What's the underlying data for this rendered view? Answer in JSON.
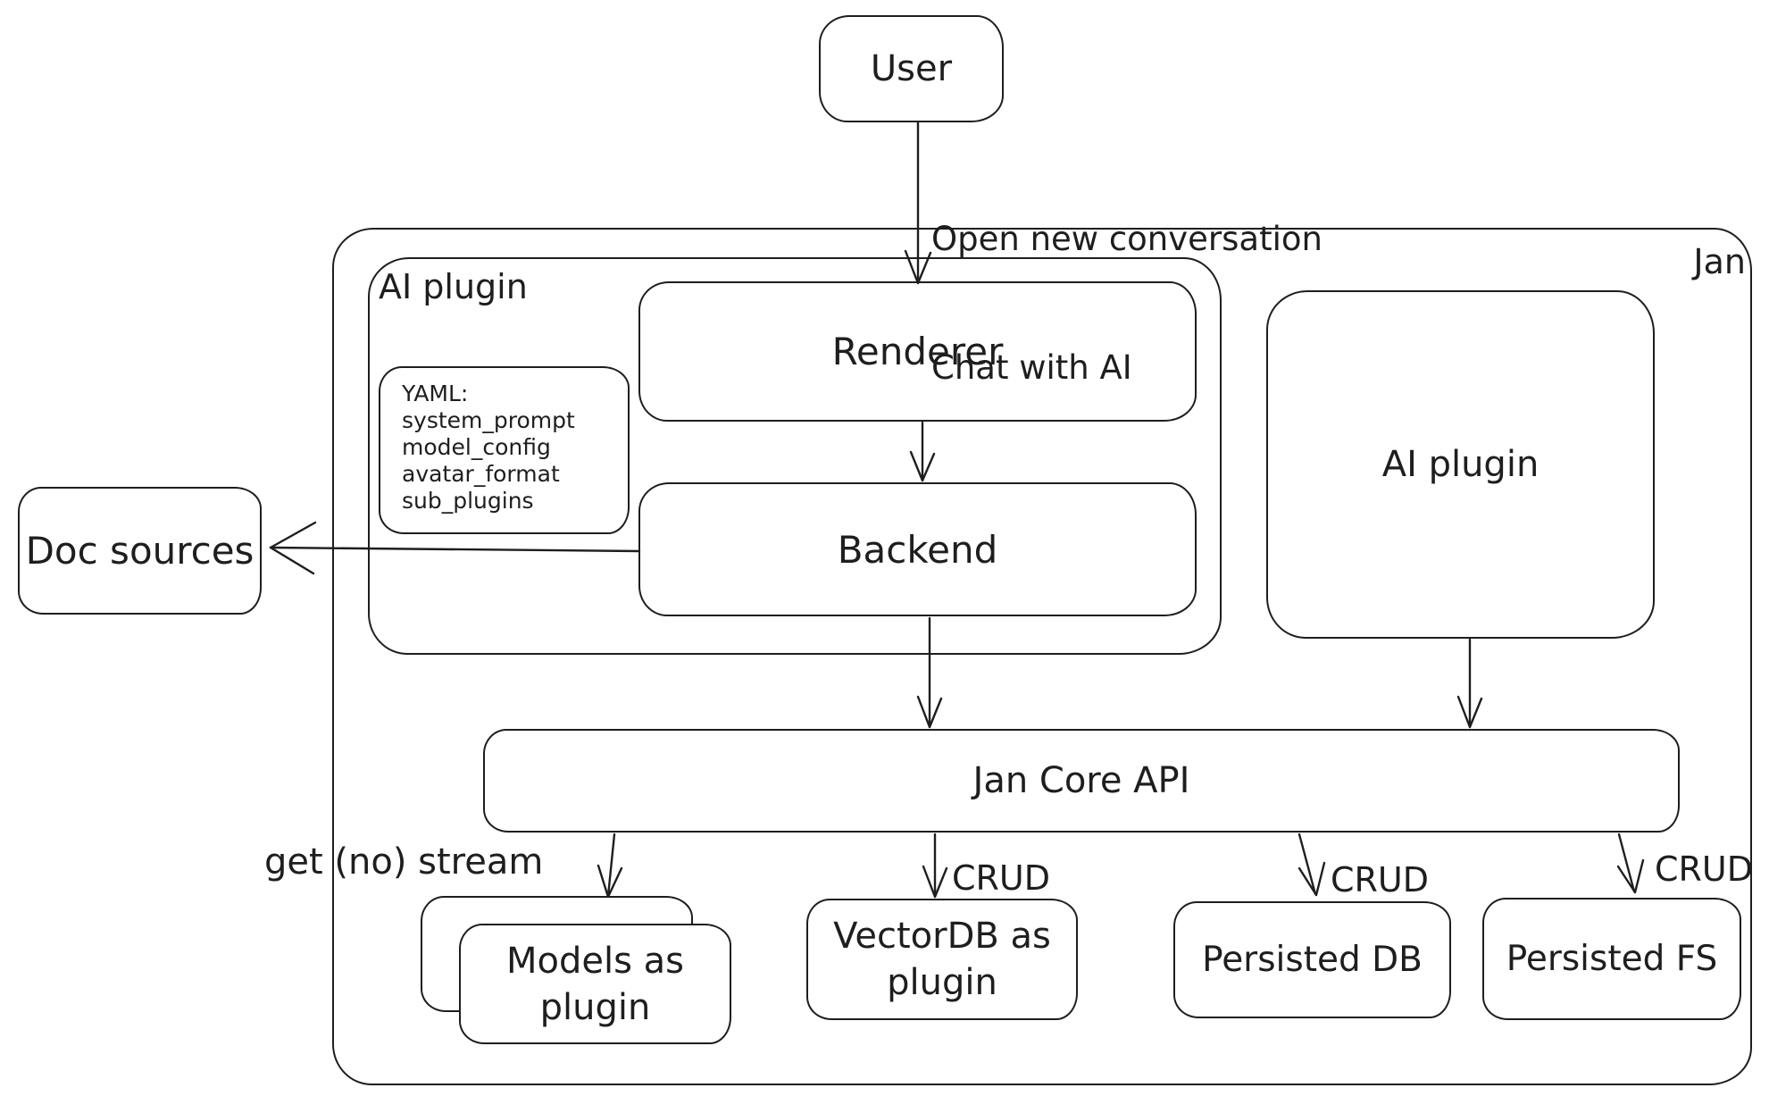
{
  "colors": {
    "stroke": "#1e1e1e",
    "background": "#ffffff"
  },
  "outer_container": {
    "label": "Jan"
  },
  "user_node": {
    "label": "User"
  },
  "ai_plugin_group": {
    "label": "AI plugin",
    "renderer": "Renderer",
    "backend": "Backend",
    "yaml_note": {
      "title": "YAML:",
      "lines": [
        "system_prompt",
        "model_config",
        "avatar_format",
        "sub_plugins"
      ]
    }
  },
  "ai_plugin_box": {
    "label": "AI plugin"
  },
  "doc_sources": {
    "label": "Doc sources"
  },
  "jan_core_api": {
    "label": "Jan Core API"
  },
  "storage_nodes": {
    "models": "Models as plugin",
    "vectordb": "VectorDB as plugin",
    "persisted_db": "Persisted DB",
    "persisted_fs": "Persisted FS"
  },
  "edge_labels": {
    "user_to_jan": {
      "line1": "Open new conversation",
      "line2": "Chat with AI"
    },
    "get_no_stream": "get (no) stream",
    "crud": "CRUD"
  }
}
